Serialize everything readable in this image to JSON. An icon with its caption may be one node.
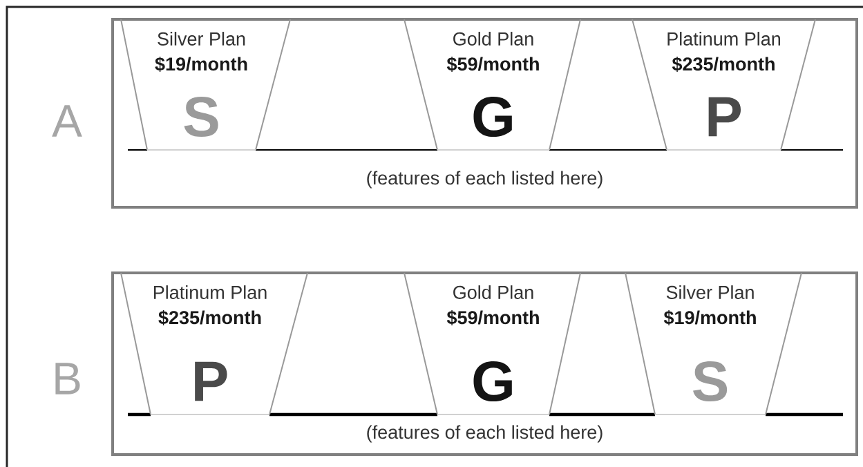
{
  "diagram": {
    "nodes": [
      {
        "text": [
          "(features of each listed here)"
        ]
      },
      {
        "text": [
          "Silver Plan",
          "$19/month",
          "S"
        ],
        "in": 0
      },
      {
        "text": [
          "Gold Plan",
          "$59/month",
          "G"
        ],
        "in": 0
      },
      {
        "text": [
          "Platinum Plan",
          "$235/month",
          "P"
        ],
        "in": 0
      },
      {
        "text": [
          "(features of each listed here)"
        ]
      },
      {
        "text": [
          "Platinum Plan",
          "$235/month",
          "P"
        ],
        "in": 4
      },
      {
        "text": [
          "Gold Plan",
          "$59/month",
          "G"
        ],
        "in": 4
      },
      {
        "text": [
          "Silver Plan",
          "$19/month",
          "S"
        ],
        "in": 4
      }
    ],
    "labels": [
      "A",
      "B"
    ]
  }
}
